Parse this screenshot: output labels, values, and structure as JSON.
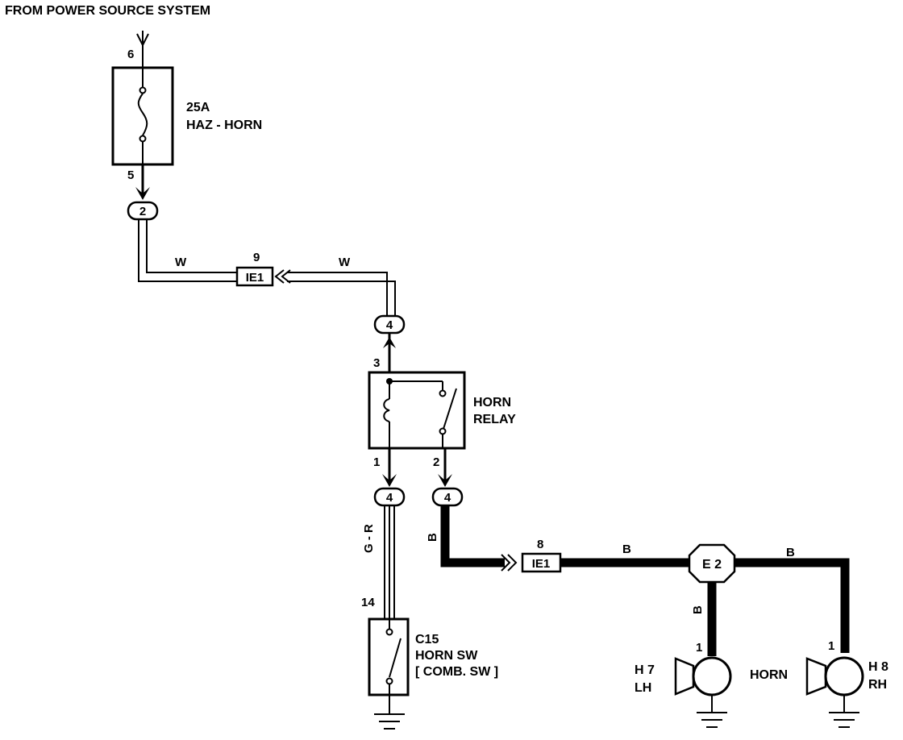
{
  "title": "FROM POWER SOURCE SYSTEM",
  "fuse": {
    "pin_in": "6",
    "pin_out": "5",
    "rating": "25A",
    "name": "HAZ - HORN"
  },
  "connectors": {
    "top_j": "2",
    "relay_top": "4",
    "relay_out1": "4",
    "relay_out2": "4",
    "ie1_upper_pin": "9",
    "ie1_upper_label": "IE1",
    "ie1_lower_pin": "8",
    "ie1_lower_label": "IE1",
    "e2_label": "E 2"
  },
  "wires": {
    "w_left": "W",
    "w_right": "W",
    "g_r": "G - R",
    "b_vertical": "B",
    "b_horizontal": "B",
    "b_right": "B",
    "b_lh": "B"
  },
  "relay": {
    "pin_top": "3",
    "pin_1": "1",
    "pin_2": "2",
    "line1": "HORN",
    "line2": "RELAY"
  },
  "switch": {
    "pin": "14",
    "code": "C15",
    "name": "HORN SW",
    "sub": "[ COMB. SW ]"
  },
  "horn_lh": {
    "pin": "1",
    "code": "H 7",
    "side": "LH"
  },
  "horn_rh": {
    "pin": "1",
    "code": "H 8",
    "side": "RH"
  },
  "horn_label": "HORN"
}
